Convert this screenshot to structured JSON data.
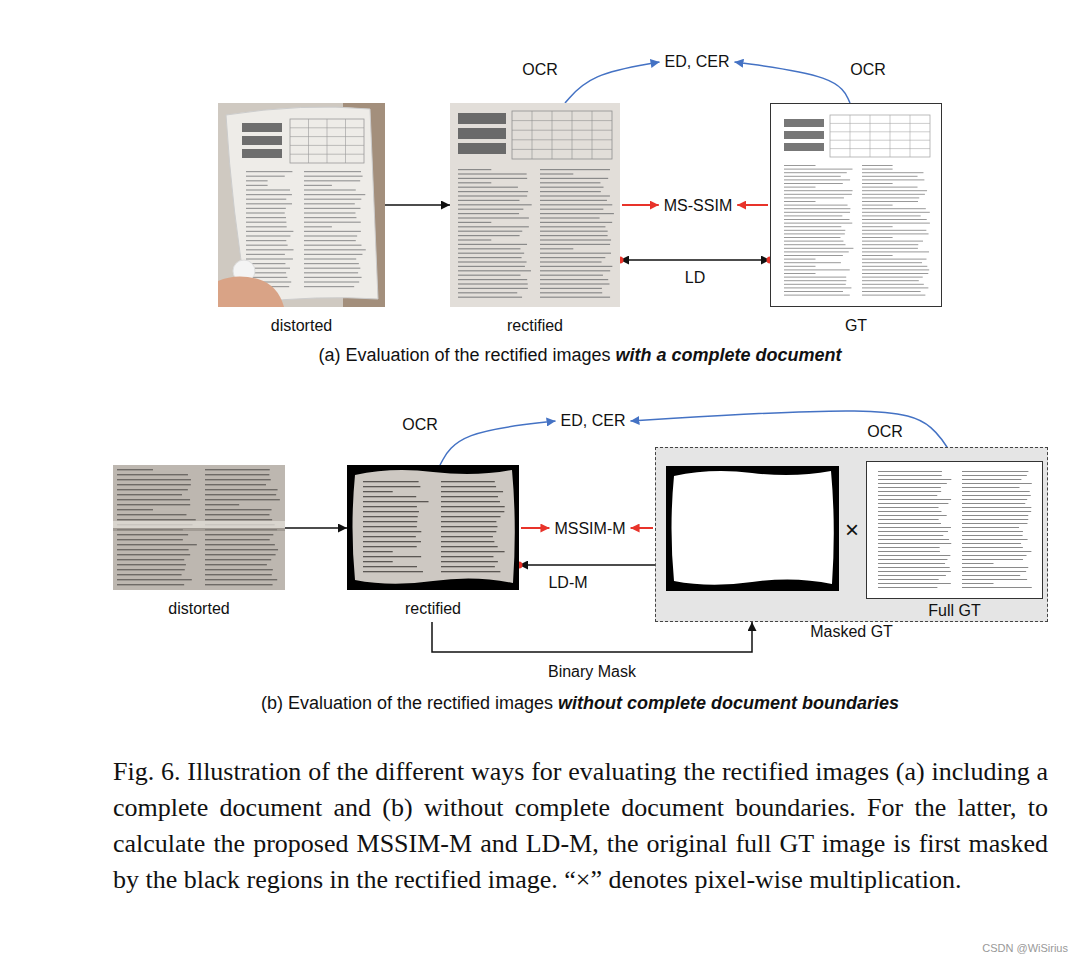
{
  "diagram": {
    "caption": "Fig. 6. Illustration of the different ways for evaluating the rectified images (a) including a complete document and (b) without complete document boundaries. For the latter, to calculate the proposed MSSIM-M and LD-M, the original full GT image is first masked by the black regions in the rectified image. “×” denotes pixel-wise multiplication.",
    "nodes": [
      {
        "text": [
          "ED, CER"
        ]
      },
      {
        "text": [
          "distorted"
        ]
      },
      {
        "text": [
          "rectified"
        ]
      },
      {
        "text": [
          "MS-SSIM"
        ]
      },
      {
        "text": [
          "GT"
        ]
      },
      {
        "text": [
          "ED, CER"
        ]
      },
      {
        "text": [
          "distorted"
        ]
      },
      {
        "text": [
          "rectified"
        ]
      },
      {
        "text": [
          "MSSIM-M"
        ]
      },
      {
        "text": [
          "Masked GT"
        ]
      },
      {
        "text": [
          "Full GT"
        ],
        "in": 9
      }
    ],
    "edges": [
      {
        "from": 1,
        "to": 2,
        "arrow": "to"
      },
      {
        "from": 2,
        "to": 0,
        "label": "OCR",
        "arrow": "to"
      },
      {
        "from": 4,
        "to": 0,
        "label": "OCR",
        "arrow": "to"
      },
      {
        "from": 2,
        "to": 3,
        "arrow": "to"
      },
      {
        "from": 4,
        "to": 3,
        "arrow": "to"
      },
      {
        "from": 2,
        "to": 4,
        "label": "LD",
        "arrow": "both"
      },
      {
        "from": 6,
        "to": 7,
        "arrow": "to"
      },
      {
        "from": 7,
        "to": 5,
        "label": "OCR",
        "arrow": "to"
      },
      {
        "from": 10,
        "to": 5,
        "label": "OCR",
        "arrow": "to"
      },
      {
        "from": 7,
        "to": 8,
        "arrow": "to"
      },
      {
        "from": 9,
        "to": 8,
        "arrow": "to"
      },
      {
        "from": 9,
        "to": 7,
        "label": "LD-M",
        "arrow": "to"
      },
      {
        "from": 7,
        "to": 9,
        "label": "Binary Mask",
        "arrow": "to"
      }
    ],
    "labels": [
      "(a) Evaluation of the rectified images",
      "with a complete document",
      "(b) Evaluation of the rectified images",
      "without complete document boundaries",
      "×",
      "CSDN @WiSirius"
    ]
  }
}
